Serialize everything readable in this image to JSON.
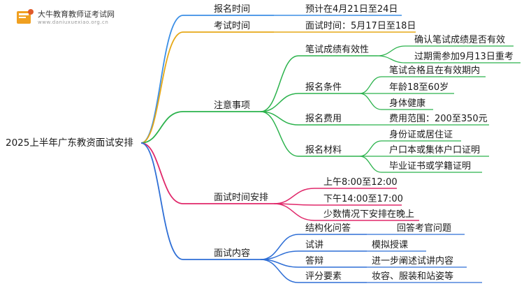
{
  "logo": {
    "title": "大牛教育教师证考试网",
    "url": "www.daniuxuexiao.org.cn",
    "colors": {
      "book": "#f0a020",
      "accent": "#e05a2a"
    }
  },
  "mindmap": {
    "root": "2025上半年广东教资面试安排",
    "branches": [
      {
        "key": "signup",
        "label": "报名时间",
        "color": "#3b8fe6",
        "children": [
          {
            "label": "预计在4月21日至24日"
          }
        ]
      },
      {
        "key": "exam",
        "label": "考试时间",
        "color": "#e6a817",
        "children": [
          {
            "label": "面试时间：5月17日至18日"
          }
        ]
      },
      {
        "key": "notes",
        "label": "注意事项",
        "color": "#2bb24c",
        "children": [
          {
            "label": "笔试成绩有效性",
            "children": [
              "确认笔试成绩是否有效",
              "过期需参加9月13日重考"
            ]
          },
          {
            "label": "报名条件",
            "children": [
              "笔试合格且在有效期内",
              "年龄18至60岁",
              "身体健康"
            ]
          },
          {
            "label": "报名费用",
            "children": [
              "费用范围：200至350元"
            ]
          },
          {
            "label": "报名材料",
            "children": [
              "身份证或居住证",
              "户口本或集体户口证明",
              "毕业证书或学籍证明"
            ]
          }
        ]
      },
      {
        "key": "schedule",
        "label": "面试时间安排",
        "color": "#e0286a",
        "children": [
          {
            "label": "上午8:00至12:00"
          },
          {
            "label": "下午14:00至17:00"
          },
          {
            "label": "少数情况下安排在晚上"
          }
        ]
      },
      {
        "key": "content",
        "label": "面试内容",
        "color": "#2f6fd6",
        "children": [
          {
            "label": "结构化问答",
            "children": [
              "回答考官问题"
            ]
          },
          {
            "label": "试讲",
            "children": [
              "模拟授课"
            ]
          },
          {
            "label": "答辩",
            "children": [
              "进一步阐述试讲内容"
            ]
          },
          {
            "label": "评分要素",
            "children": [
              "妆容、服装和站姿等"
            ]
          }
        ]
      }
    ]
  }
}
